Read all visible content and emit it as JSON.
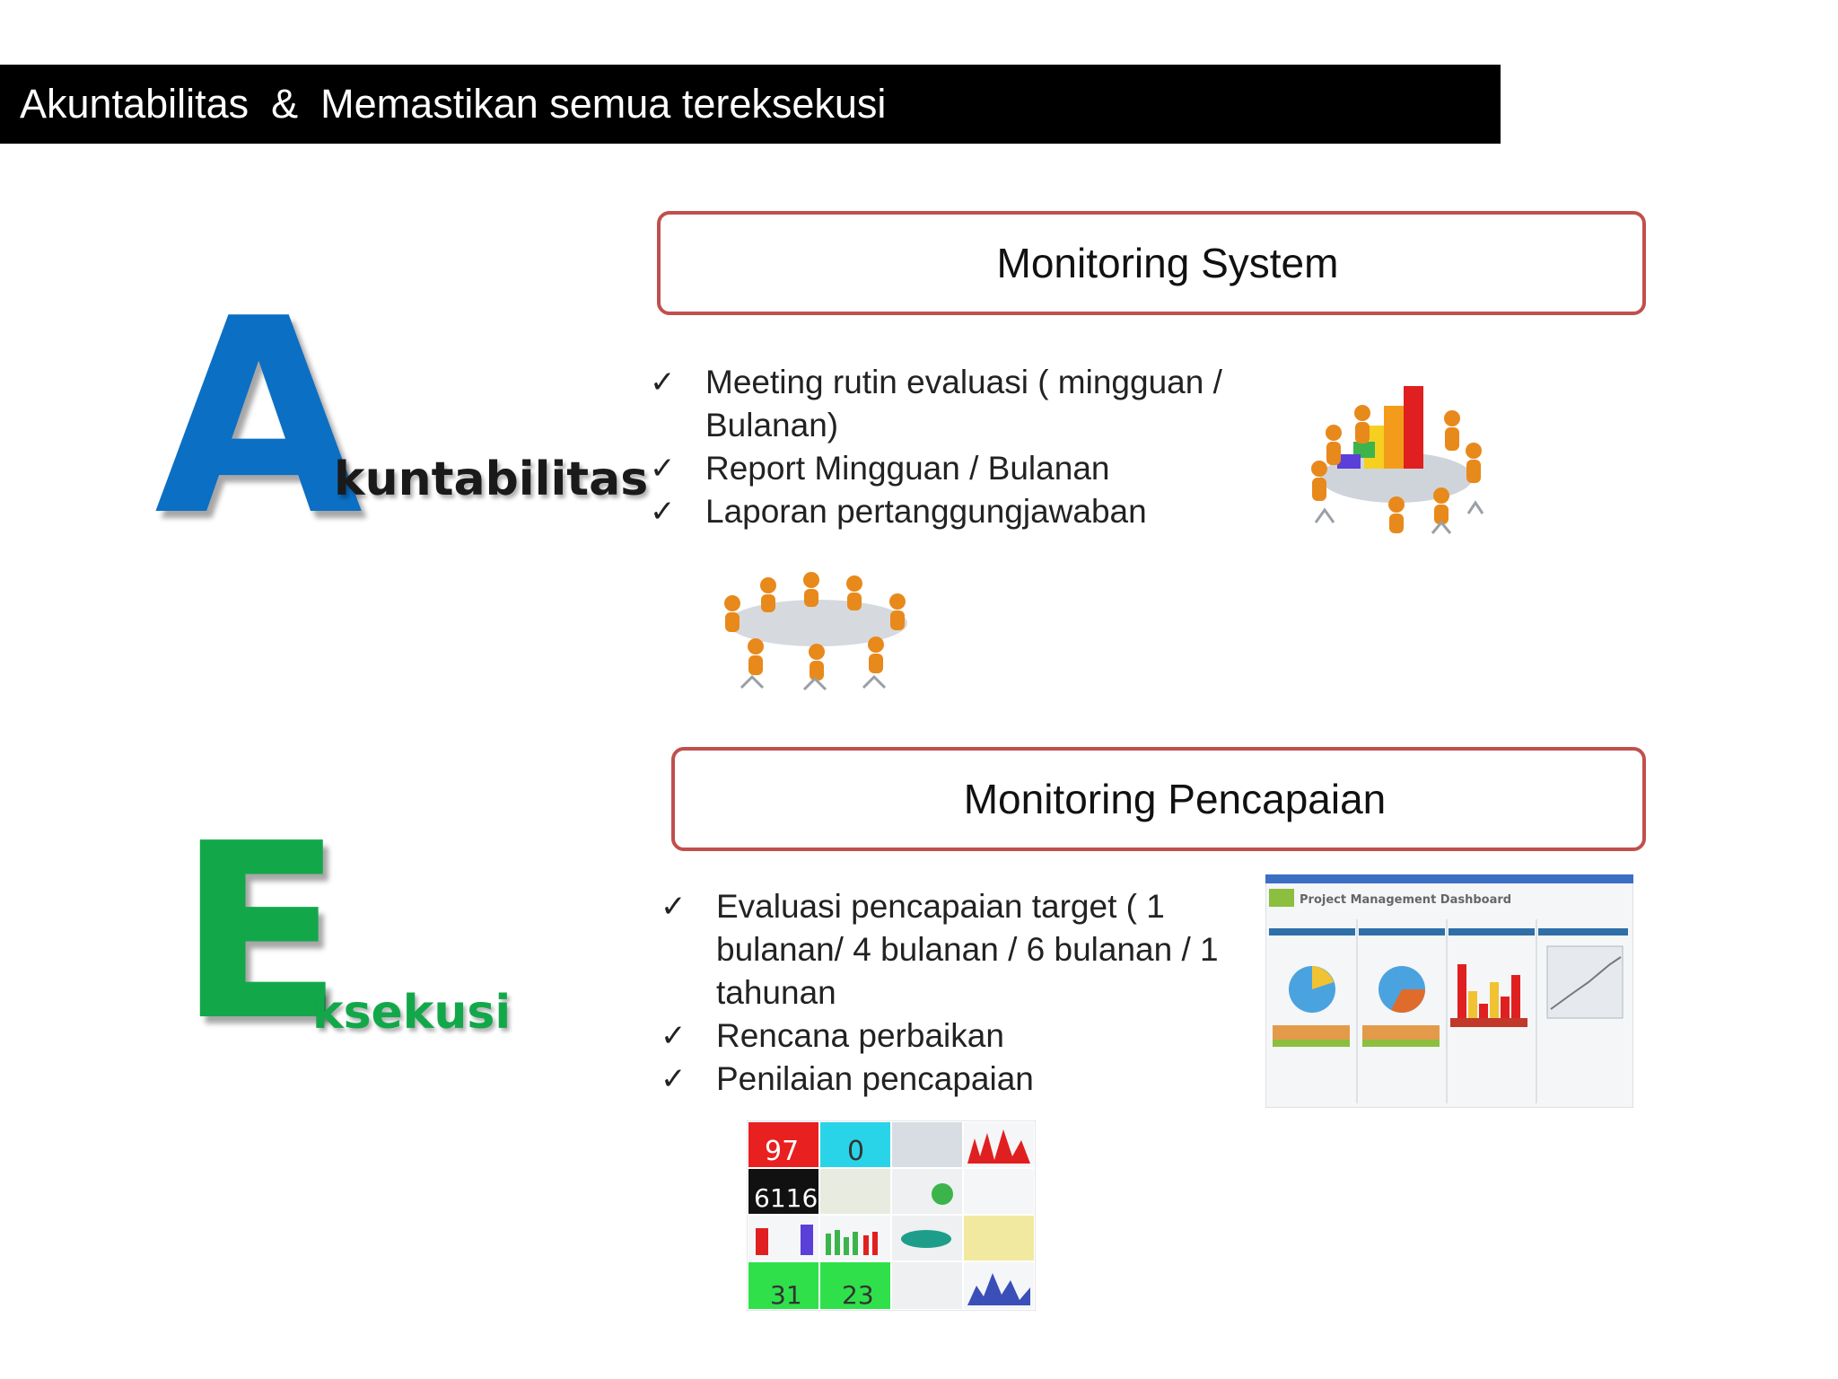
{
  "title": "Akuntabilitas  &  Memastikan semua tereksekusi",
  "accountability": {
    "letter": "A",
    "word": "kuntabilitas",
    "letter_color": "#0b6fc4",
    "box_title": "Monitoring System",
    "items": [
      "Meeting rutin evaluasi ( mingguan / Bulanan)",
      "Report  Mingguan / Bulanan",
      "Laporan pertanggungjawaban"
    ]
  },
  "execution": {
    "letter": "E",
    "word": "ksekusi",
    "letter_color": "#12a84a",
    "box_title": "Monitoring Pencapaian",
    "items": [
      "Evaluasi  pencapaian target ( 1 bulanan/ 4 bulanan / 6 bulanan / 1 tahunan",
      "Rencana  perbaikan",
      "Penilaian  pencapaian"
    ]
  },
  "check_mark": "✓",
  "box_border_color": "#c0504d",
  "dashboard_tiles": [
    "97",
    "0",
    "6116",
    "31",
    "23"
  ],
  "dashboard_heading": "Project Management Dashboard"
}
